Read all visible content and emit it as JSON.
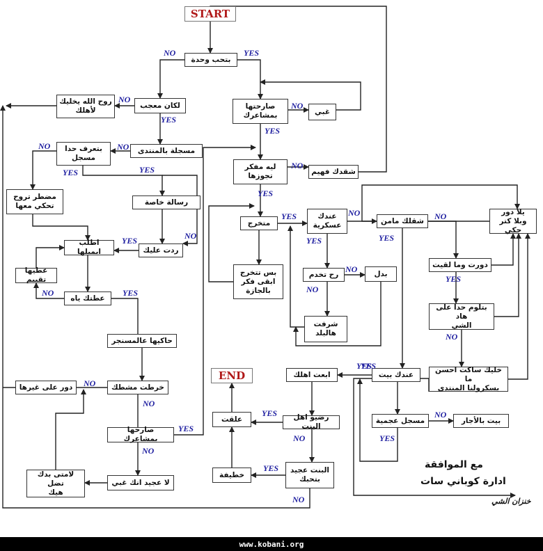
{
  "footer": {
    "url": "www.kobani.org"
  },
  "credits": {
    "line1": "مع الموافقة",
    "line2": "ادارة كوباني سات",
    "signature": "خنزان الشي"
  },
  "labels": {
    "yes": "YES",
    "no": "NO"
  },
  "nodes": {
    "start": "START",
    "end": "END",
    "love_unity": "بتحب وحدة",
    "but_amazed": "لكان معجب",
    "leave_to_family": "روح الله يخليك\nلأهلك",
    "told_feelings": "صارحتها\nبمشاعرك",
    "stupid": "غبي",
    "registered_forum": "مسجلة بالمنتدى",
    "know_registered": "بتعرف حدا\nمسجل",
    "must_go_talk": "مضطر تروح\nتحكي معها",
    "private_message": "رسالة خاصة",
    "what_thinking": "ليه مفكر\nتجوزها",
    "understood": "شقدك فهيم",
    "replied_you": "ردت عليك",
    "ask_email": "اطلب ايميلها",
    "rate_her": "عطيها تقييم",
    "gave_it": "عطتك ياه",
    "graduated": "متخرج",
    "just_graduate": "بس تتخرج\nابقى فكر\nبالجازة",
    "military": "عندك\nعسكرية",
    "will_serve": "رح تخدم",
    "substitute": "بدل",
    "leave_country": "شرفت\nهالبلد",
    "how_secure": "شقلك مامن",
    "go_without": "يلا دور\nوبلا كتر حكي",
    "search_found": "دورت وما لقيت",
    "blame_someone": "بتلوم حدا على هاد\nالشي",
    "better_quiet": "خليك ساكت احسن ما\nيسكرولنا المنتدى",
    "chat_messenger": "حاكيها عالمسنجر",
    "she_worked": "خرطت مشطك",
    "search_others": "دور على غيرها",
    "told_her_feelings": "صارحها بمشاعرك",
    "not_find_stupid": "لا عجيد انك غبي",
    "blame_yourself": "لامتى بدك تضل\nهيك",
    "have_house": "عندك بيت",
    "send_family": "ابعت اهلك",
    "registered_persian": "مسجل عجمية",
    "house_rent": "بيت بالأجار",
    "family_agreed": "رضيو اهل البنت",
    "hung": "علقت",
    "girl_loves": "البنت عجيد\nبتحبك",
    "engaged": "خطيفة"
  },
  "edge_labels": [
    {
      "text": "NO"
    },
    {
      "text": "YES"
    },
    {
      "text": "NO"
    },
    {
      "text": "YES"
    },
    {
      "text": "NO"
    },
    {
      "text": "YES"
    },
    {
      "text": "NO"
    },
    {
      "text": "YES"
    },
    {
      "text": "NO"
    },
    {
      "text": "YES"
    },
    {
      "text": "NO"
    },
    {
      "text": "YES"
    },
    {
      "text": "NO"
    },
    {
      "text": "YES"
    },
    {
      "text": "YES"
    },
    {
      "text": "NO"
    },
    {
      "text": "YES"
    },
    {
      "text": "NO"
    },
    {
      "text": "NO"
    },
    {
      "text": "YES"
    },
    {
      "text": "NO"
    },
    {
      "text": "YES"
    },
    {
      "text": "NO"
    },
    {
      "text": "YES"
    },
    {
      "text": "NO"
    },
    {
      "text": "YES"
    },
    {
      "text": "YES"
    },
    {
      "text": "NO"
    },
    {
      "text": "NO"
    },
    {
      "text": "YES"
    },
    {
      "text": "YES"
    },
    {
      "text": "NO"
    },
    {
      "text": "NO"
    },
    {
      "text": "YES"
    },
    {
      "text": "YES"
    },
    {
      "text": "NO"
    },
    {
      "text": "NO"
    }
  ]
}
